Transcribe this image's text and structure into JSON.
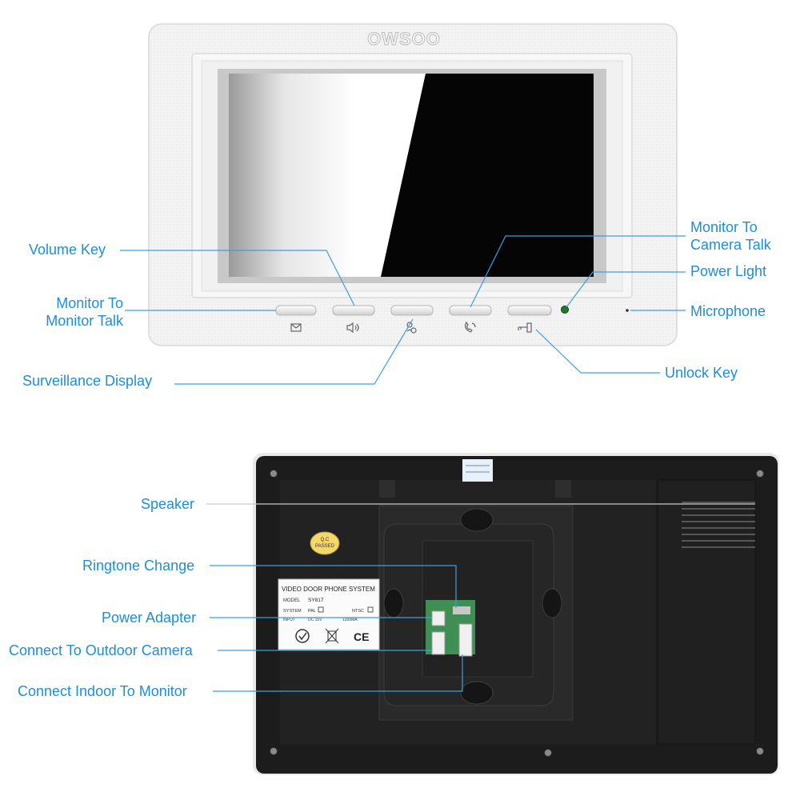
{
  "brand": "OWSOO",
  "front_labels": {
    "volume_key": "Volume Key",
    "monitor_to_monitor_talk": [
      "Monitor To",
      "Monitor Talk"
    ],
    "surveillance_display": "Surveillance Display",
    "monitor_to_camera_talk": [
      "Monitor To",
      "Camera Talk"
    ],
    "power_light": "Power Light",
    "microphone": "Microphone",
    "unlock_key": "Unlock Key"
  },
  "back_labels": {
    "speaker": "Speaker",
    "ringtone_change": "Ringtone Change",
    "power_adapter": "Power Adapter",
    "connect_outdoor_camera": "Connect To Outdoor Camera",
    "connect_indoor_monitor": "Connect Indoor To Monitor"
  },
  "sticker": {
    "title": "VIDEO DOOR PHONE SYSTEM",
    "model_label": "MODEL",
    "model": "SY817",
    "system_label": "SYSTEM",
    "pal": "PAL",
    "ntsc": "NTSC",
    "input_label": "INPUT",
    "input_voltage": "DC 15V",
    "input_current": "1200MA",
    "ce": "CE"
  },
  "qc_sticker": [
    "Q.C",
    "PASSED"
  ],
  "colors": {
    "label": "#1e8ed6",
    "leader_line": "#3aa0e0",
    "monitor_body": "#f4f4f4",
    "back_panel": "#1c1c1c",
    "power_light": "#1f7a2a"
  },
  "icons": [
    "envelope-icon",
    "speaker-volume-icon",
    "surveillance-icon",
    "handset-talk-icon",
    "key-icon"
  ]
}
